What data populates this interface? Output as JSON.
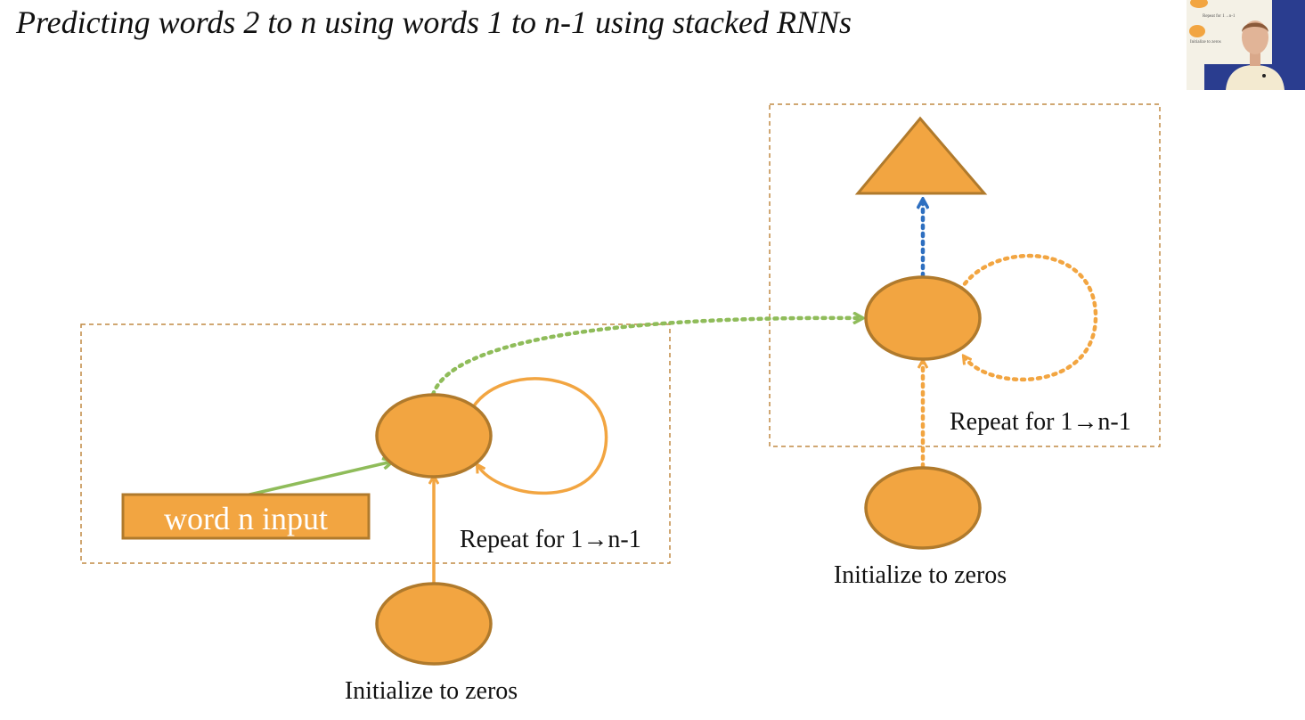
{
  "slide": {
    "title": "Predicting words 2 to n using words 1 to n-1 using stacked RNNs"
  },
  "diagram": {
    "lower_layer": {
      "input_label": "word n input",
      "repeat_label": "Repeat for 1→n-1",
      "init_label": "Initialize to zeros"
    },
    "upper_layer": {
      "repeat_label": "Repeat for 1→n-1",
      "init_label": "Initialize to zeros"
    }
  },
  "colors": {
    "node_fill": "#f2a541",
    "node_stroke": "#b07a2c",
    "box_border": "#c08a43",
    "green_arrow": "#8fbc5a",
    "blue_arrow": "#2e6fc0",
    "orange_arrow": "#f2a541",
    "input_box_fill": "#f2a541",
    "input_text": "#ffffff"
  },
  "webcam": {
    "thumb_text_1": "Repeat for 1→n-1",
    "thumb_text_2": "Initialize to zeros"
  }
}
